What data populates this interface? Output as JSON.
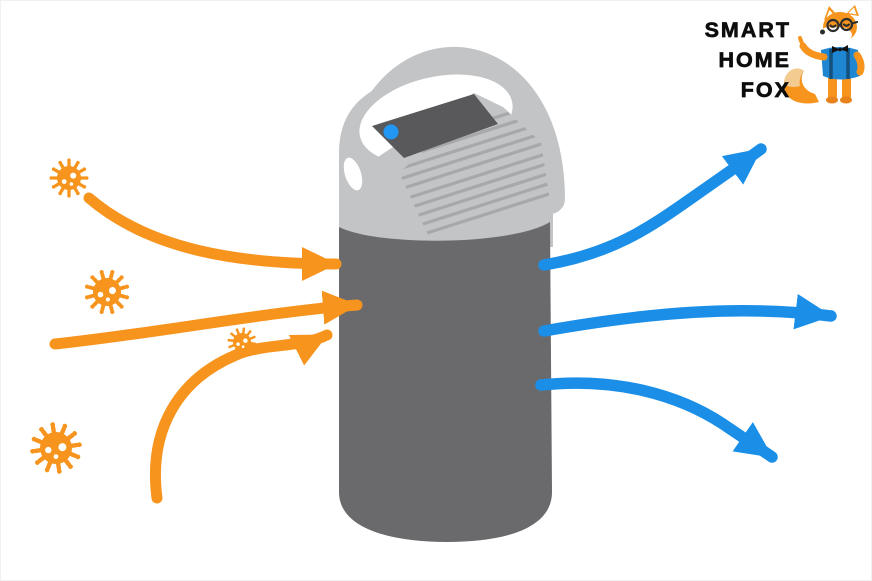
{
  "logo": {
    "lines": [
      "SMART",
      "HOME",
      "FOX"
    ]
  },
  "colors": {
    "background": "#FFFFFF",
    "dirty_air_orange": "#F7941D",
    "clean_air_blue": "#1B8FE8",
    "device_light_gray": "#C3C4C6",
    "device_dark_gray": "#6A6A6D",
    "device_panel_gray": "#59595C",
    "vent_line_gray": "#A7A8AA",
    "power_led_blue": "#2196F3",
    "logo_text_black": "#0D0D0D",
    "fox_orange": "#F7941D",
    "fox_shirt_blue": "#1F86D2",
    "fox_tail_tip_cream": "#F3CA90"
  },
  "illustration": {
    "dirty_air_arrow_count": 3,
    "clean_air_arrow_count": 3,
    "virus_particle_count": 4,
    "power_led_count": 1
  }
}
